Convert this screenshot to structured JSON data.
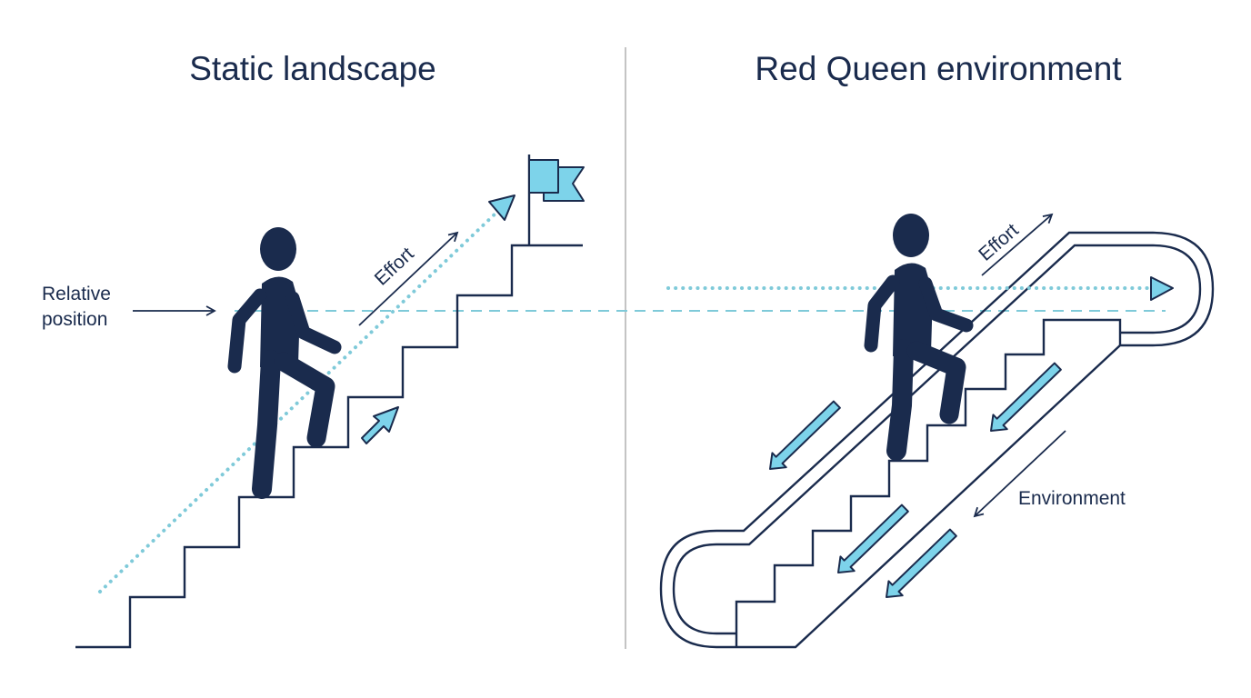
{
  "panels": {
    "left": {
      "title": "Static landscape"
    },
    "right": {
      "title": "Red Queen environment"
    }
  },
  "labels": {
    "relative_position_line1": "Relative",
    "relative_position_line2": "position",
    "effort_left": "Effort",
    "effort_right": "Effort",
    "environment": "Environment"
  },
  "icons": [
    "person-climbing-icon",
    "goal-flag-icon",
    "arrow-icon",
    "escalator-icon"
  ],
  "colors": {
    "navy": "#1a2b4d",
    "cyan": "#7dd3ea",
    "guide": "#7fcad9",
    "divider": "#b5b5b5"
  }
}
